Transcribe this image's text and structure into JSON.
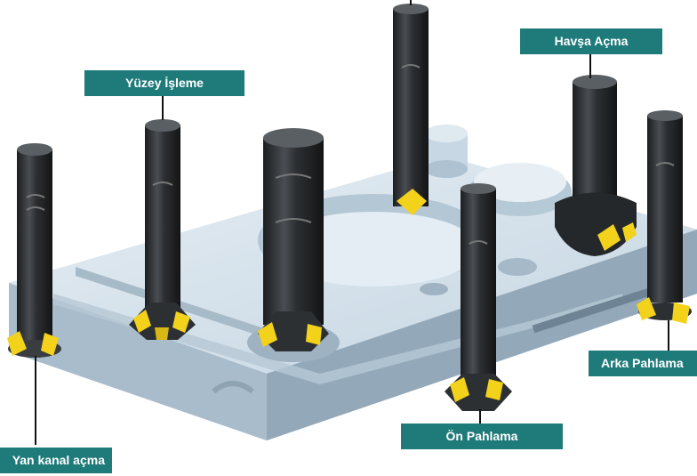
{
  "colors": {
    "label_bg": "#1f7a7a",
    "label_text": "#ffffff",
    "plate_top": "#d4e2ec",
    "plate_side": "#9fb3c2",
    "tool_body": "#2a2d30",
    "insert": "#f2d21b"
  },
  "labels": {
    "face_milling": "Yüzey İşleme",
    "countersinking": "Havşa Açma",
    "back_chamfering": "Arka Pahlama",
    "front_chamfering": "Ön Pahlama",
    "grooving": "Yan kanal açma"
  }
}
